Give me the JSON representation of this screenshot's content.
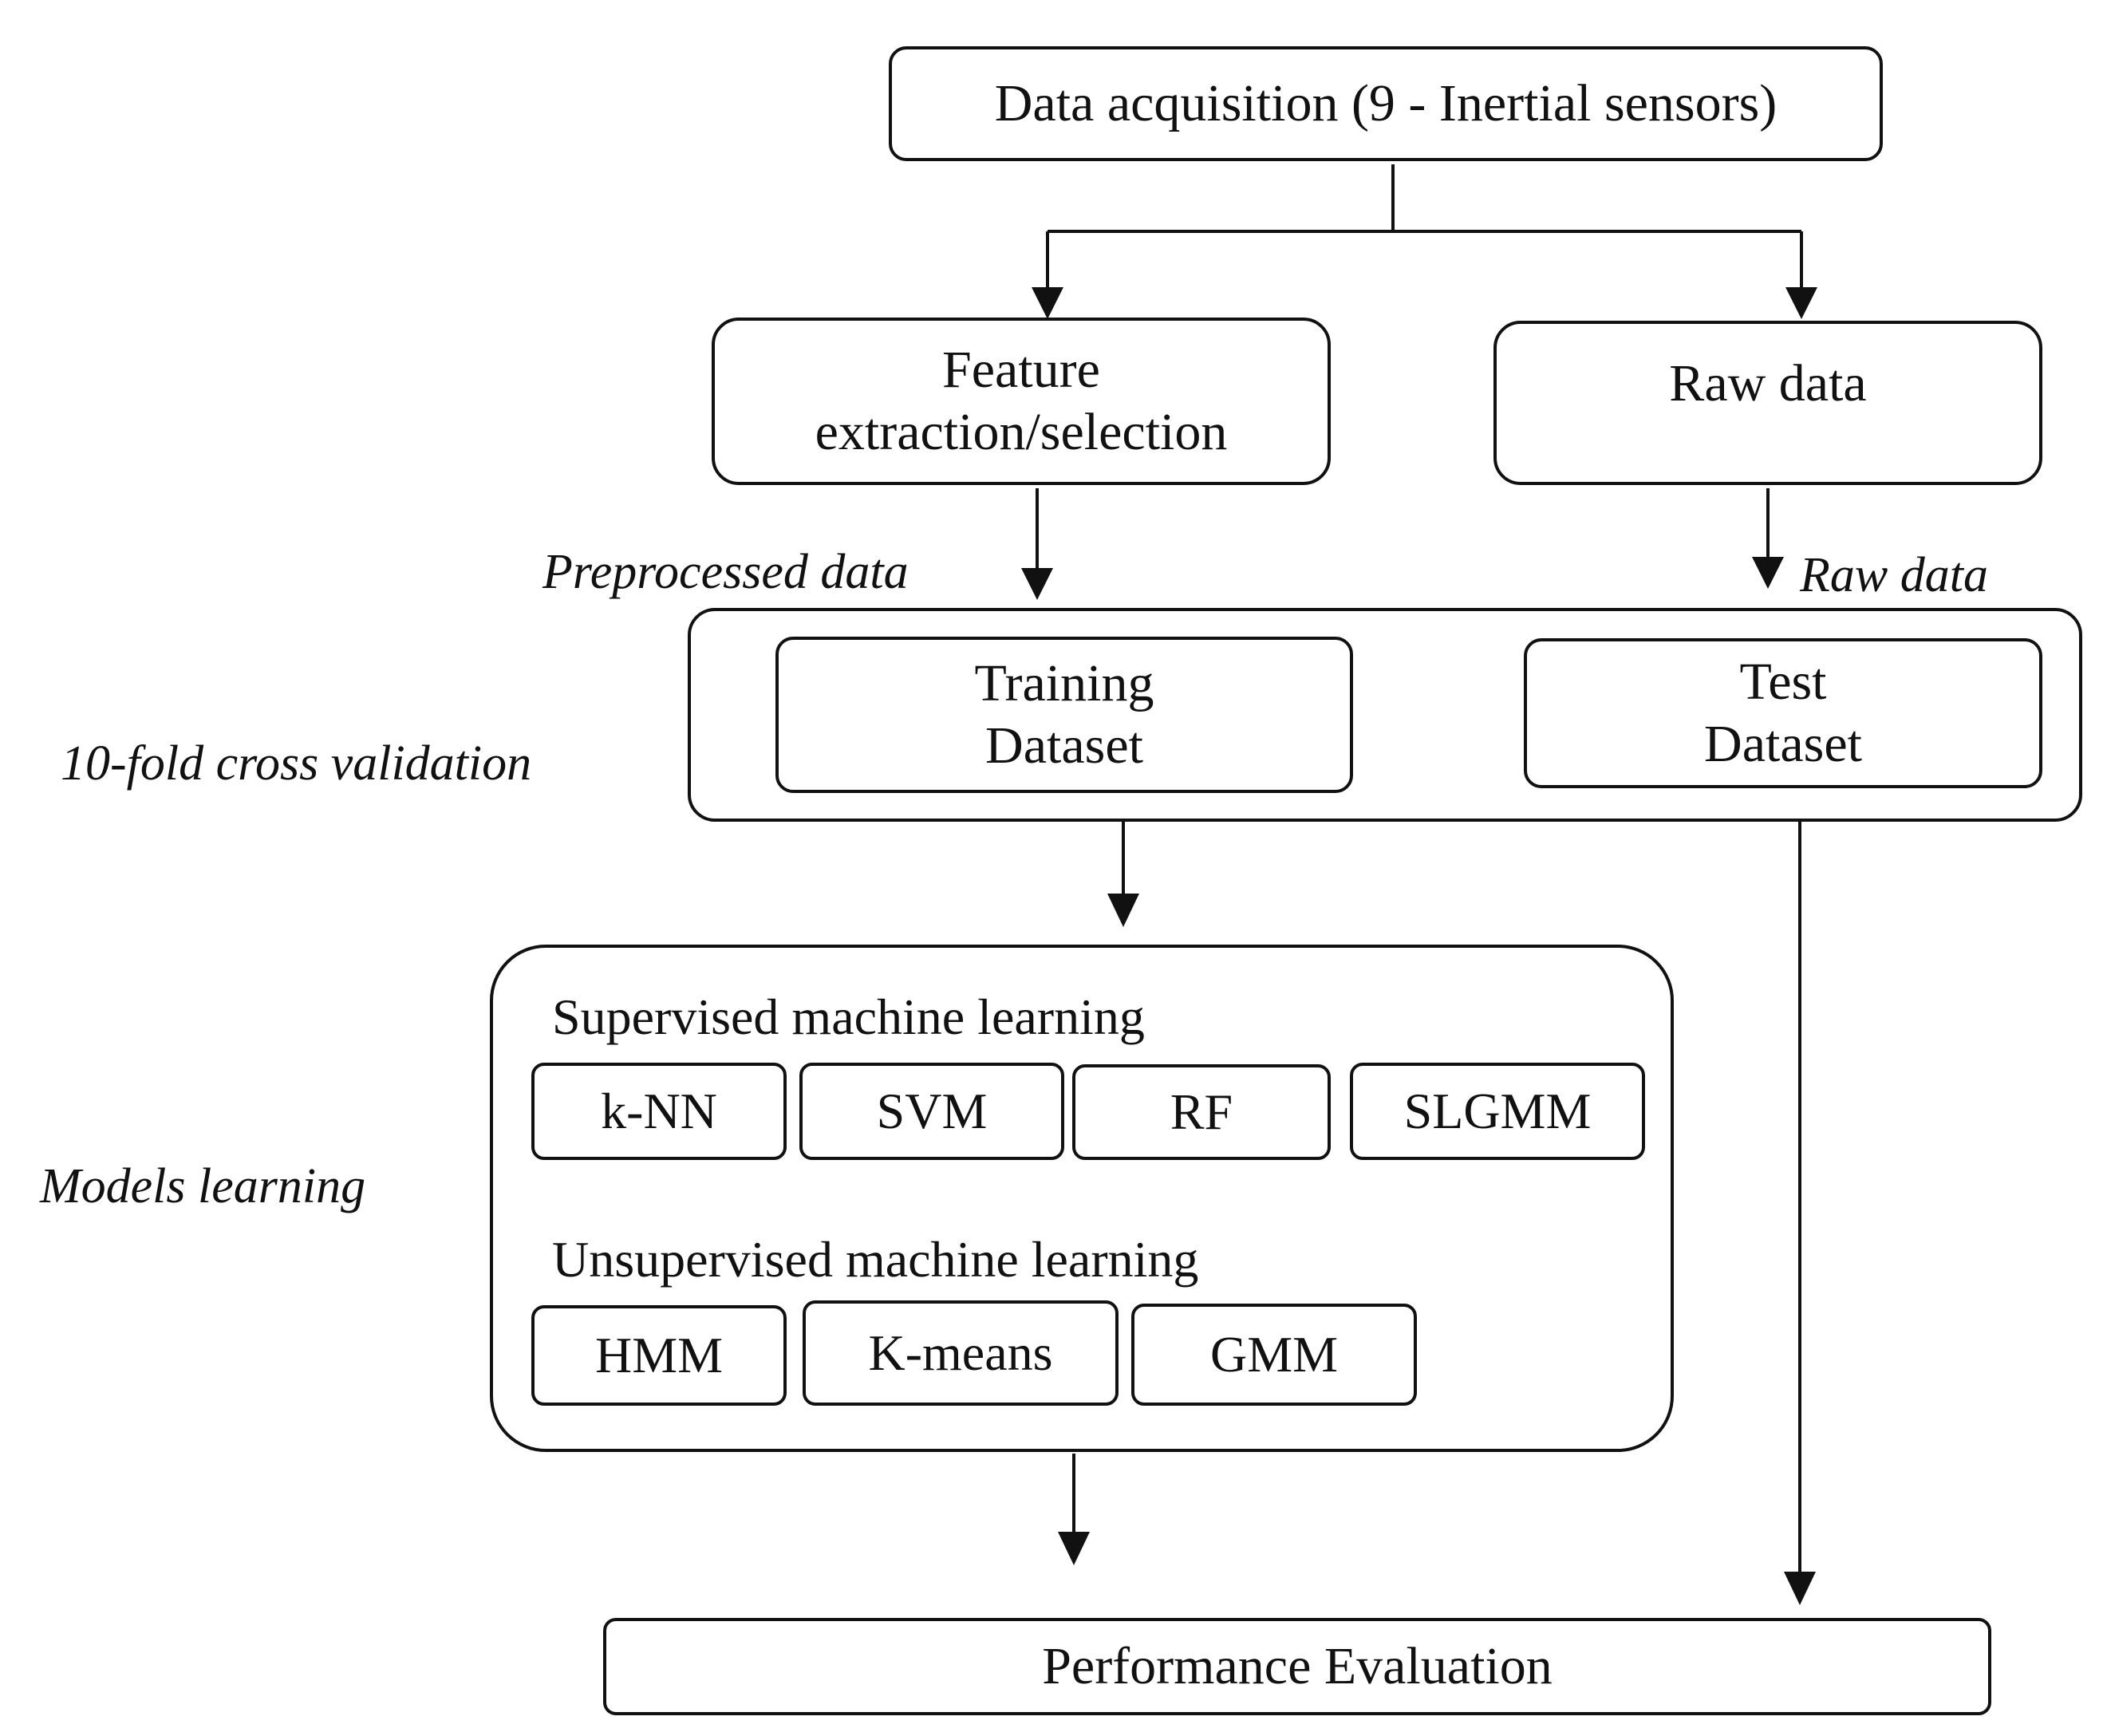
{
  "nodes": {
    "data_acquisition": "Data acquisition (9 - Inertial sensors)",
    "feature_extraction": [
      "Feature",
      "extraction/selection"
    ],
    "raw_data": "Raw data",
    "training_dataset": [
      "Training",
      "Dataset"
    ],
    "test_dataset": [
      "Test",
      "Dataset"
    ],
    "performance_evaluation": "Performance Evaluation"
  },
  "annotations": {
    "preprocessed_data": "Preprocessed data",
    "raw_data_edge": "Raw data",
    "cross_validation": "10-fold cross validation",
    "models_learning": "Models learning"
  },
  "supervised": {
    "title": "Supervised machine learning",
    "models": [
      "k-NN",
      "SVM",
      "RF",
      "SLGMM"
    ]
  },
  "unsupervised": {
    "title": "Unsupervised machine learning",
    "models": [
      "HMM",
      "K-means",
      "GMM"
    ]
  }
}
